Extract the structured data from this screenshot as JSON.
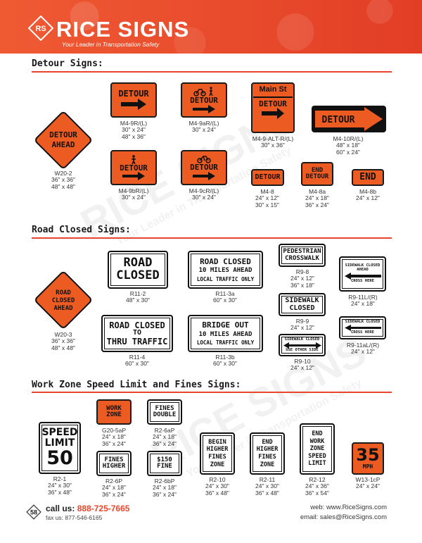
{
  "header": {
    "brand_mark": "RS",
    "brand_name": "RICE SIGNS",
    "tagline": "Your Leader in Transportation Safety"
  },
  "watermark": {
    "text": "RICE SIGNS",
    "subtext": "Your Leader in Transportation Safety"
  },
  "sections": {
    "detour": "Detour Signs:",
    "road_closed": "Road Closed Signs:",
    "work_zone": "Work Zone Speed Limit and Fines Signs:"
  },
  "signs": {
    "w20_2": {
      "lines": [
        "DETOUR",
        "AHEAD"
      ],
      "code": "W20-2",
      "sizes": "36\" x 36\"\n48\" x 48\""
    },
    "m4_9": {
      "text": "DETOUR",
      "code": "M4-9R/(L)",
      "sizes": "30\" x 24\"\n48\" x 36\""
    },
    "m4_9a": {
      "text": "DETOUR",
      "code": "M4-9aR/(L)",
      "sizes": "30\" x 24\""
    },
    "m4_9alt": {
      "top": "Main St",
      "text": "DETOUR",
      "code": "M4-9-ALT-R/(L)",
      "sizes": "30\" x 36\""
    },
    "m4_10": {
      "text": "DETOUR",
      "code": "M4-10R/(L)",
      "sizes": "48\" x 18\"\n60\" x 24\""
    },
    "m4_9b": {
      "text": "DETOUR",
      "code": "M4-9bR/(L)",
      "sizes": "30\" x 24\""
    },
    "m4_9c": {
      "text": "DETOUR",
      "code": "M4-9cR/(L)",
      "sizes": "30\" x 24\""
    },
    "m4_8": {
      "text": "DETOUR",
      "code": "M4-8",
      "sizes": "24\" x 12\"\n30\" x 15\""
    },
    "m4_8a": {
      "lines": [
        "END",
        "DETOUR"
      ],
      "code": "M4-8a",
      "sizes": "24\" x 18\"\n36\" x 24\""
    },
    "m4_8b": {
      "text": "END",
      "code": "M4-8b",
      "sizes": "24\" x 12\""
    },
    "w20_3": {
      "lines": [
        "ROAD",
        "CLOSED",
        "AHEAD"
      ],
      "code": "W20-3",
      "sizes": "36\" x 36\"\n48\" x 48\""
    },
    "r11_2": {
      "lines": [
        "ROAD",
        "CLOSED"
      ],
      "code": "R11-2",
      "sizes": "48\" x 30\""
    },
    "r11_3a": {
      "lines": [
        "ROAD CLOSED",
        "10 MILES AHEAD",
        "LOCAL TRAFFIC ONLY"
      ],
      "code": "R11-3a",
      "sizes": "60\" x 30\""
    },
    "r9_8": {
      "lines": [
        "PEDESTRIAN",
        "CROSSWALK"
      ],
      "code": "R9-8",
      "sizes": "24\" x 12\"\n36\" x 18\""
    },
    "r9_11": {
      "lines": [
        "SIDEWALK CLOSED",
        "AHEAD",
        "CROSS HERE"
      ],
      "code": "R9-11L/(R)",
      "sizes": "24\" x 18\""
    },
    "r9_9": {
      "lines": [
        "SIDEWALK",
        "CLOSED"
      ],
      "code": "R9-9",
      "sizes": "24\" x 12\""
    },
    "r11_4": {
      "lines": [
        "ROAD CLOSED",
        "TO",
        "THRU TRAFFIC"
      ],
      "code": "R11-4",
      "sizes": "60\" x 30\""
    },
    "r11_3b": {
      "lines": [
        "BRIDGE OUT",
        "10 MILES AHEAD",
        "LOCAL TRAFFIC ONLY"
      ],
      "code": "R11-3b",
      "sizes": "60\" x 30\""
    },
    "r9_11a": {
      "lines": [
        "SIDEWALK CLOSED",
        "CROSS HERE"
      ],
      "code": "R9-11aL/(R)",
      "sizes": "24\" x 12\""
    },
    "r9_10": {
      "lines": [
        "SIDEWALK CLOSED",
        "USE OTHER SIDE"
      ],
      "code": "R9-10",
      "sizes": "24\" x 12\""
    },
    "r2_1": {
      "lines": [
        "SPEED",
        "LIMIT",
        "50"
      ],
      "code": "R2-1",
      "sizes": "24\" x 30\"\n36\" x 48\""
    },
    "g20_5ap": {
      "lines": [
        "WORK",
        "ZONE"
      ],
      "code": "G20-5aP",
      "sizes": "24\" x 18\"\n36\" x 24\""
    },
    "r2_6ap": {
      "lines": [
        "FINES",
        "DOUBLE"
      ],
      "code": "R2-6aP",
      "sizes": "24\" x 18\"\n36\" x 24\""
    },
    "r2_6p": {
      "lines": [
        "FINES",
        "HIGHER"
      ],
      "code": "R2-6P",
      "sizes": "24\" x 18\"\n36\" x 24\""
    },
    "r2_6bp": {
      "lines": [
        "$150",
        "FINE"
      ],
      "code": "R2-6bP",
      "sizes": "24\" x 18\"\n36\" x 24\""
    },
    "r2_10": {
      "lines": [
        "BEGIN",
        "HIGHER",
        "FINES",
        "ZONE"
      ],
      "code": "R2-10",
      "sizes": "24\" x 30\"\n36\" x 48\""
    },
    "r2_11": {
      "lines": [
        "END",
        "HIGHER",
        "FINES",
        "ZONE"
      ],
      "code": "R2-11",
      "sizes": "24\" x 30\"\n36\" x 48\""
    },
    "r2_12": {
      "lines": [
        "END",
        "WORK",
        "ZONE",
        "SPEED",
        "LIMIT"
      ],
      "code": "R2-12",
      "sizes": "24\" x 36\"\n36\" x 54\""
    },
    "w13_1p": {
      "lines": [
        "35",
        "MPH"
      ],
      "code": "W13-1cP",
      "sizes": "24\" x 24\""
    }
  },
  "footer": {
    "page": "58",
    "call_label": "call us:",
    "phone": "888-725-7665",
    "fax": "fax us: 877-546-6165",
    "web": "web: www.RiceSigns.com",
    "email": "email: sales@RiceSigns.com"
  },
  "colors": {
    "brand": "#e8452c",
    "sign_orange": "#ec5b22"
  }
}
